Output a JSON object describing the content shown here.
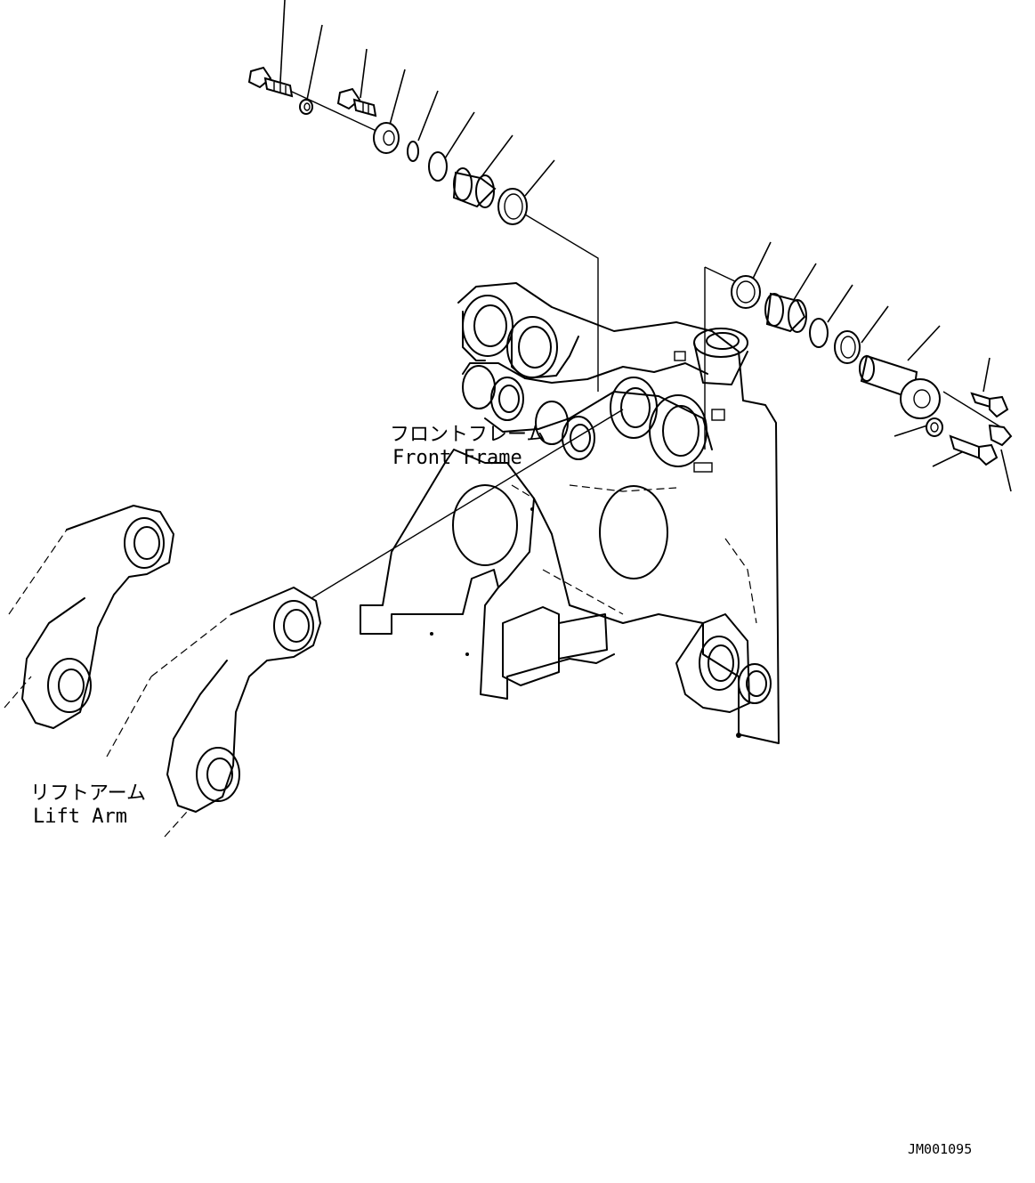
{
  "labels": {
    "front_frame_jp": "フロントフレーム",
    "front_frame_en": "Front Frame",
    "lift_arm_jp": "リフトアーム",
    "lift_arm_en": "Lift Arm",
    "drawing_number": "JM001095"
  },
  "parts": {
    "upper_pin_group": [
      "bolt",
      "washer",
      "bolt",
      "plate",
      "o-ring",
      "o-ring",
      "bushing",
      "seal"
    ],
    "lower_pin_group": [
      "seal",
      "bushing",
      "o-ring",
      "seal",
      "pin",
      "bolt",
      "washer",
      "bolt",
      "bolt"
    ]
  }
}
